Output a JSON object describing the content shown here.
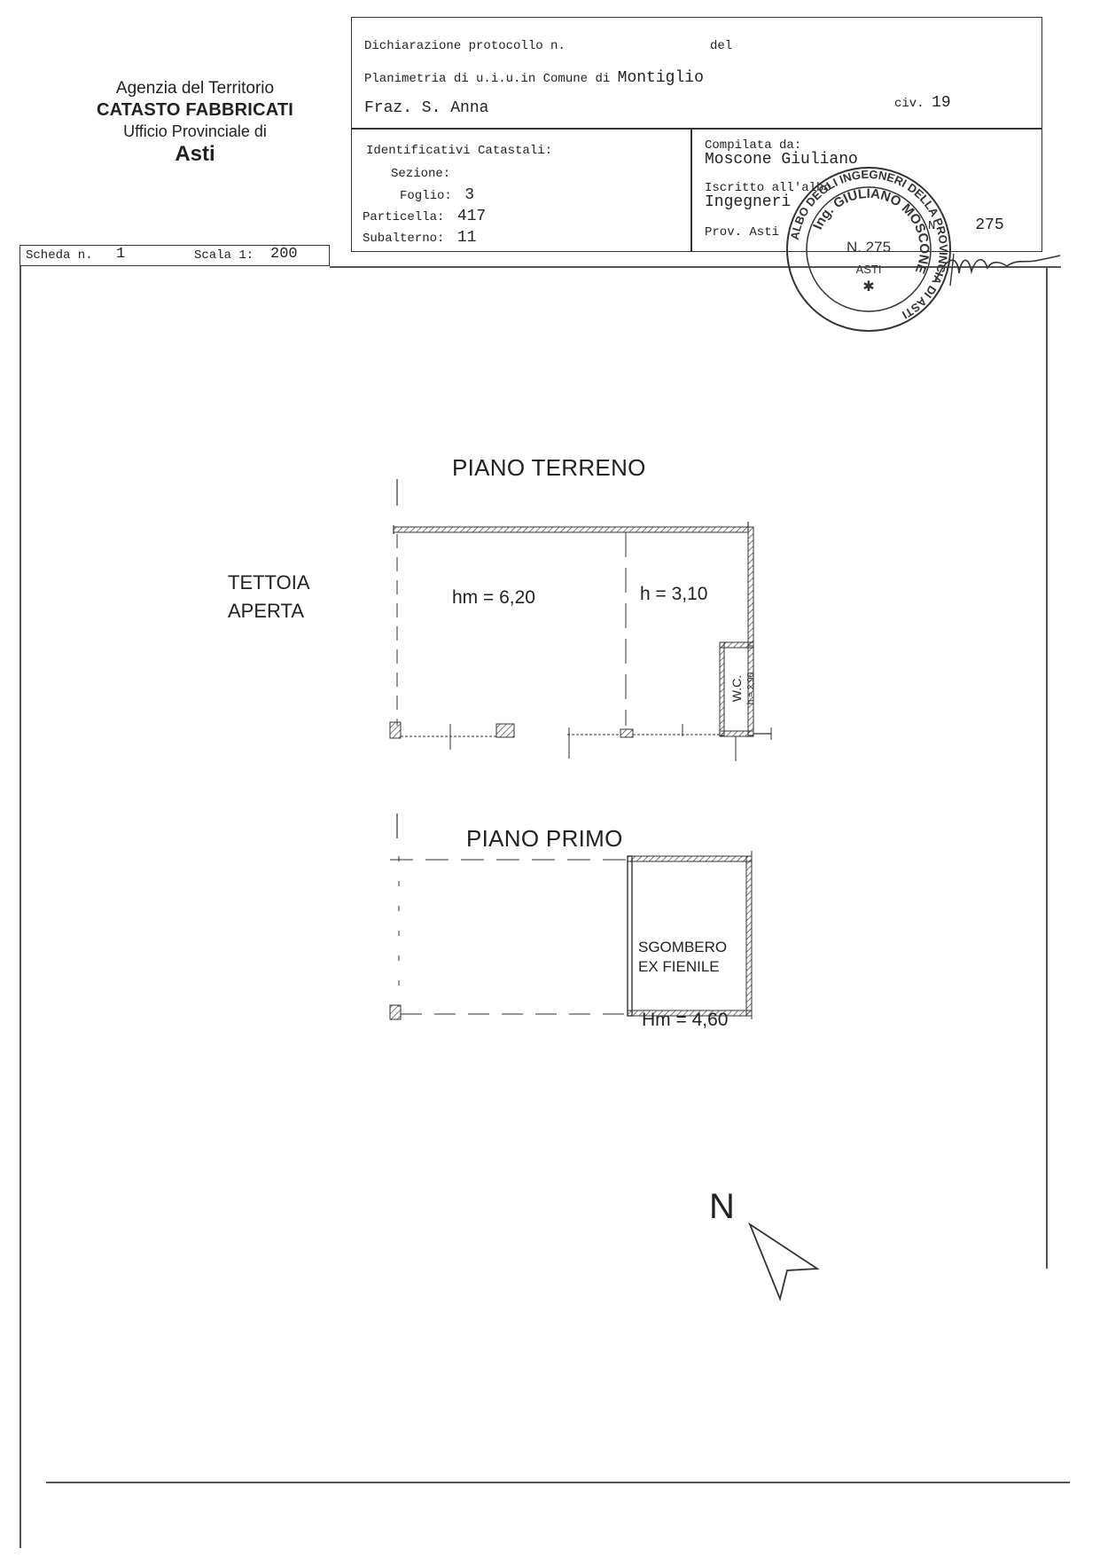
{
  "agency": {
    "line1": "Agenzia del Territorio",
    "line2": "CATASTO FABBRICATI",
    "line3": "Ufficio Provinciale di",
    "line4": "Asti"
  },
  "header": {
    "protocollo_label": "Dichiarazione protocollo n.",
    "del_label": "del",
    "planimetria_label": "Planimetria di u.i.u.in Comune di",
    "comune": "Montiglio",
    "frazione": "Fraz. S. Anna",
    "civico_label": "civ.",
    "civico": "19",
    "identificativi_label": "Identificativi Catastali:",
    "sezione_label": "Sezione:",
    "foglio_label": "Foglio:",
    "foglio": "3",
    "particella_label": "Particella:",
    "particella": "417",
    "subalterno_label": "Subalterno:",
    "subalterno": "11",
    "compilata_label": "Compilata da:",
    "compilatore": "Moscone Giuliano",
    "iscritto_label": "Iscritto all'albo",
    "albo": "Ingegneri",
    "prov_label": "Prov. Asti",
    "n_label": "N.",
    "n_value": "275"
  },
  "scheda": {
    "scheda_label": "Scheda n.",
    "scheda_value": "1",
    "scala_label": "Scala 1:",
    "scala_value": "200"
  },
  "stamp": {
    "outer_text": "ALBO DEGLI INGEGNERI DELLA PROVINCIA DI ASTI",
    "inner_name": "Ing. GIULIANO MOSCONE",
    "number": "N. 275",
    "city": "ASTI"
  },
  "plans": {
    "terreno": {
      "title": "PIANO TERRENO",
      "tettoia_1": "TETTOIA",
      "tettoia_2": "APERTA",
      "room1_height": "hm = 6,20",
      "room2_height": "h = 3,10",
      "wc_label": "W.C.",
      "wc_height": "h = 2,90"
    },
    "primo": {
      "title": "PIANO PRIMO",
      "room_1": "SGOMBERO",
      "room_2": "EX FIENILE",
      "room_height": "Hm = 4,60"
    }
  },
  "north": "N",
  "colors": {
    "ink": "#222222",
    "line": "#333333"
  }
}
